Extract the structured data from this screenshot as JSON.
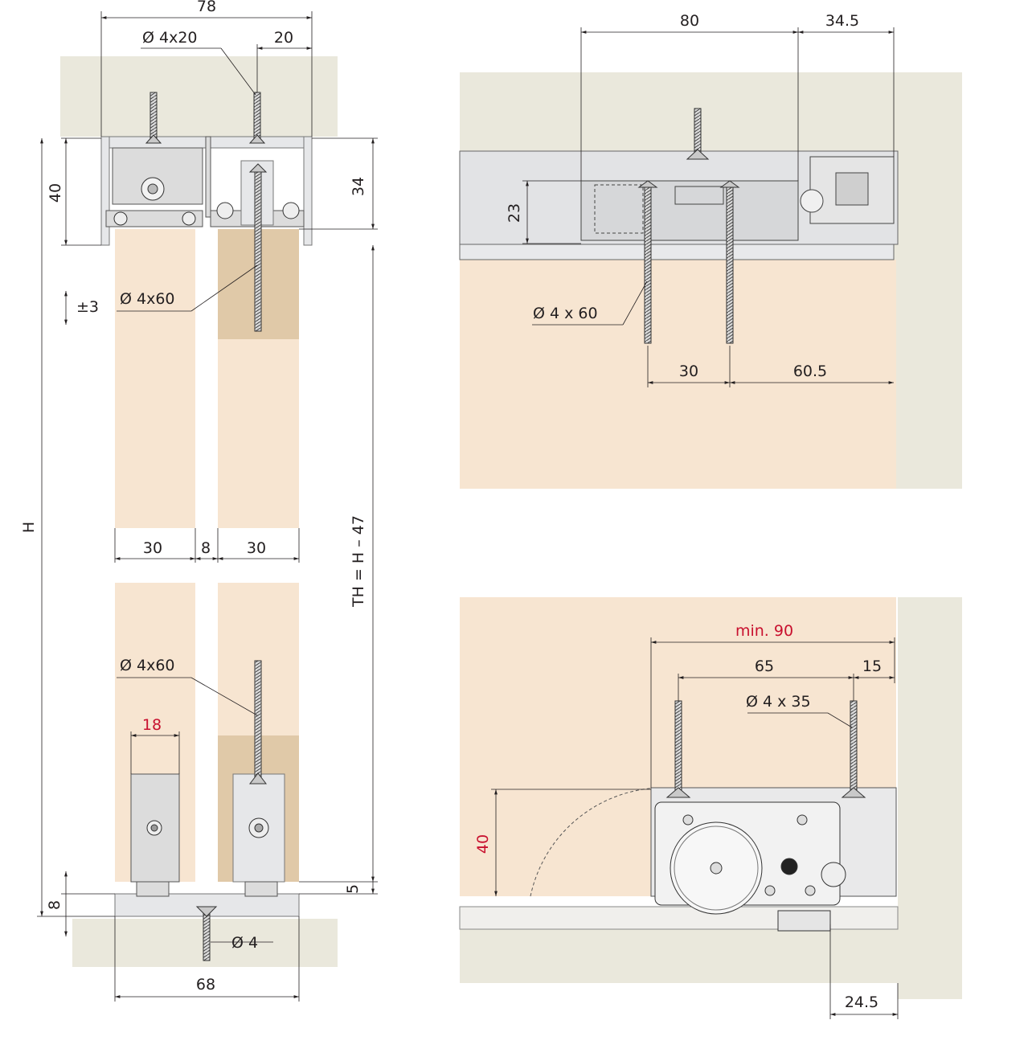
{
  "views": {
    "front_section": {
      "dims": {
        "top_width": "78",
        "top_offset": "20",
        "screw_top": "Ø 4x20",
        "height_top": "40",
        "height_right": "34",
        "adjust": "±3",
        "screw_upper": "Ø 4x60",
        "total_height": "H",
        "track_height": "TH = H – 47",
        "door1_width": "30",
        "gap": "8",
        "door2_width": "30",
        "screw_lower": "Ø 4x60",
        "guide_width": "18",
        "bottom_gap": "5",
        "bottom_track": "8",
        "screw_floor": "Ø 4",
        "base_width": "68"
      }
    },
    "top_detail": {
      "dims": {
        "width_80": "80",
        "width_34_5": "34.5",
        "height_23": "23",
        "screw": "Ø 4 x 60",
        "spacing_30": "30",
        "spacing_60_5": "60.5"
      }
    },
    "bottom_detail": {
      "dims": {
        "min_90": "min. 90",
        "spacing_65": "65",
        "spacing_15": "15",
        "screw": "Ø 4 x 35",
        "height_40": "40",
        "offset_24_5": "24.5"
      }
    }
  },
  "colors": {
    "wall": "#eae8dc",
    "wood": "#f7e5d1",
    "wood_dark": "#e0c9a8",
    "red_dimension": "#c8102e"
  }
}
